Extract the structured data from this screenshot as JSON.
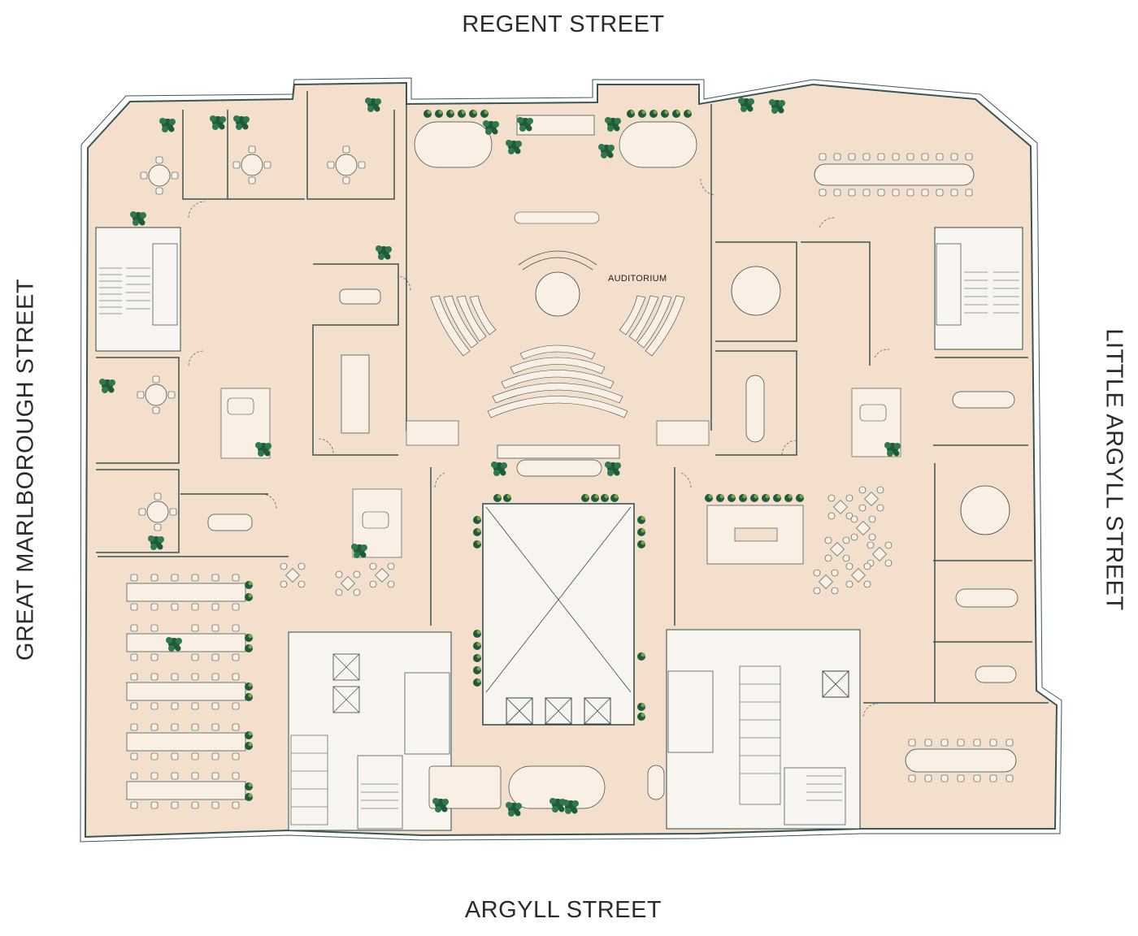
{
  "streets": {
    "north": "REGENT STREET",
    "south": "ARGYLL STREET",
    "west": "GREAT MARLBOROUGH STREET",
    "east": "LITTLE ARGYLL STREET"
  },
  "rooms": {
    "auditorium": "AUDITORIUM"
  },
  "colors": {
    "floor": "#f4dfcc",
    "core": "#f8f5f1",
    "furniture": "#f9efe4",
    "line": "#2e4a48",
    "wall": "#3b5553",
    "plant_dark": "#1f5a3c",
    "plant_light": "#7aa64a"
  }
}
